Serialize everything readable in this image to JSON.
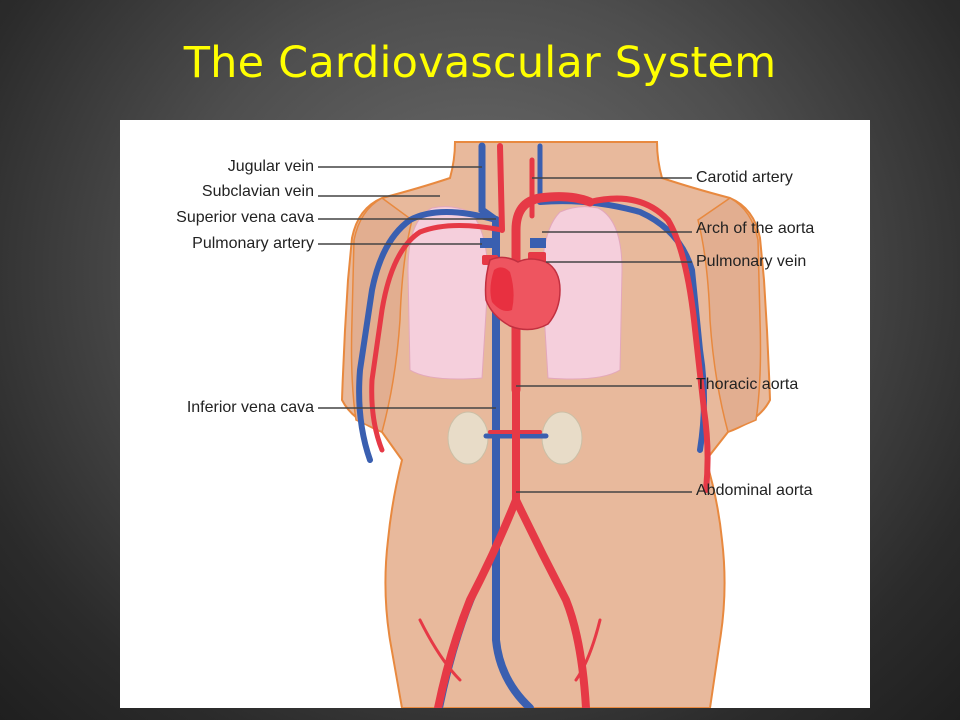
{
  "slide": {
    "title": "The Cardiovascular System"
  },
  "diagram": {
    "labels": {
      "jugular_vein": "Jugular vein",
      "subclavian_vein": "Subclavian vein",
      "superior_vena_cava": "Superior vena cava",
      "pulmonary_artery": "Pulmonary artery",
      "inferior_vena_cava": "Inferior vena cava",
      "carotid_artery": "Carotid artery",
      "arch_of_the_aorta": "Arch of the aorta",
      "pulmonary_vein": "Pulmonary vein",
      "thoracic_aorta": "Thoracic aorta",
      "abdominal_aorta": "Abdominal aorta"
    },
    "colors": {
      "artery": "#e63946",
      "vein": "#3a5fb0",
      "skin": "#e8b99c",
      "skin_outline": "#e8893f",
      "lung": "#f5cfdc",
      "kidney": "#e8dcc8",
      "heart": "#ee5560",
      "background": "#ffffff",
      "title": "#ffff00"
    }
  }
}
